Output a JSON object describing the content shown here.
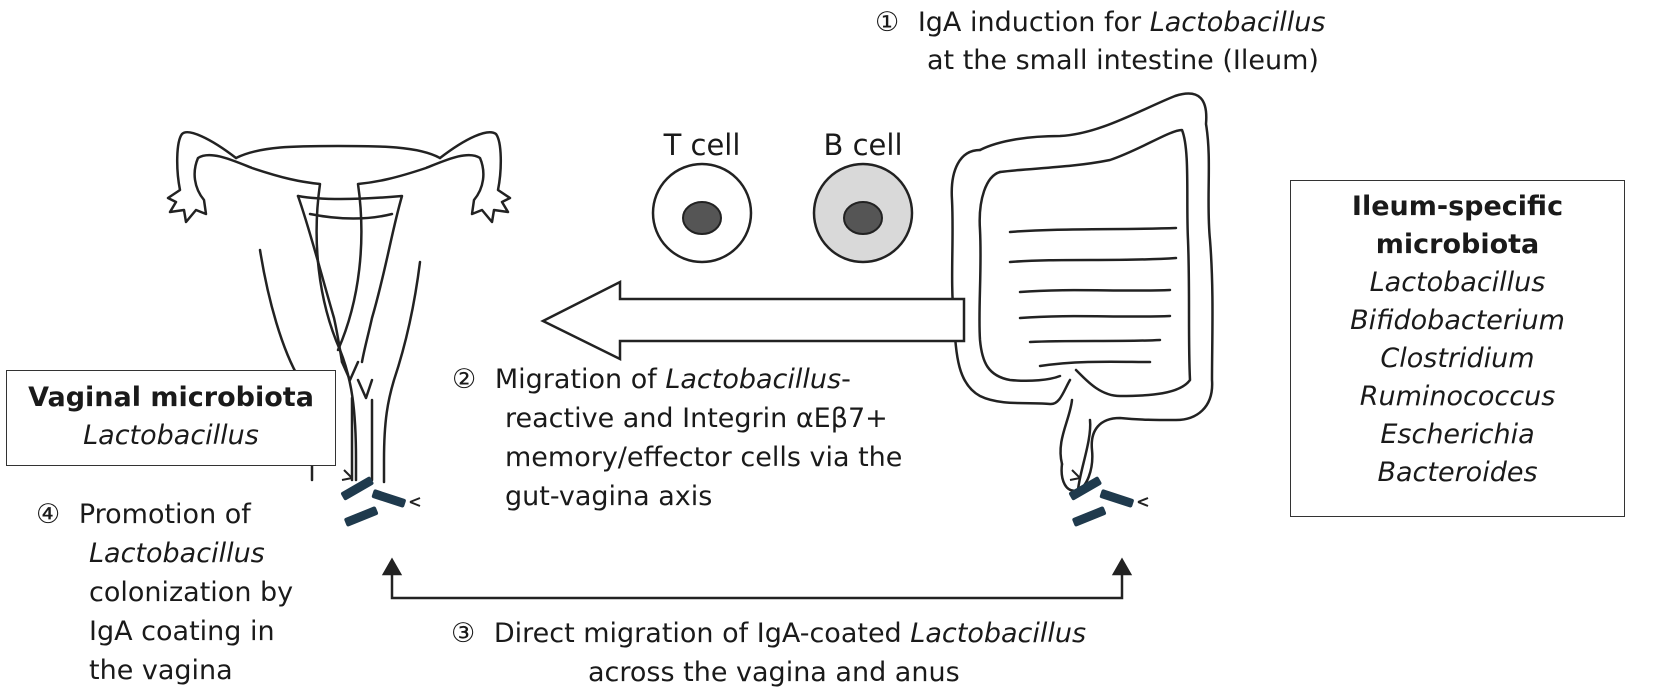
{
  "step1": {
    "num": "①",
    "line1_a": "IgA induction for ",
    "line1_b": "Lactobacillus",
    "line2": "at the small intestine (Ileum)"
  },
  "cells": {
    "t_label": "T cell",
    "b_label": "B cell",
    "t_color": "#ffffff",
    "b_color": "#d9d9d9",
    "nucleus_color": "#555555"
  },
  "ileum_box": {
    "title_line1": "Ileum-specific",
    "title_line2": "microbiota",
    "genera": [
      "Lactobacillus",
      "Bifidobacterium",
      "Clostridium",
      "Ruminococcus",
      "Escherichia",
      "Bacteroides"
    ]
  },
  "vaginal_box": {
    "title": "Vaginal microbiota",
    "genus": "Lactobacillus"
  },
  "step2": {
    "num": "②",
    "line1_a": "Migration of ",
    "line1_b": "Lactobacillus",
    "line1_c": "-",
    "line2": "reactive and Integrin  αEβ7+",
    "line3": "memory/effector cells via the",
    "line4": "gut-vagina axis"
  },
  "step3": {
    "num": "③",
    "line1_a": "Direct migration of IgA-coated ",
    "line1_b": "Lactobacillus",
    "line2": "across the vagina and anus"
  },
  "step4": {
    "num": "④",
    "line1": "Promotion of",
    "line2": "Lactobacillus",
    "line3": "colonization by",
    "line4": "IgA coating in",
    "line5": "the vagina"
  },
  "colors": {
    "line": "#222222",
    "bacteria": "#1f3a4d"
  }
}
